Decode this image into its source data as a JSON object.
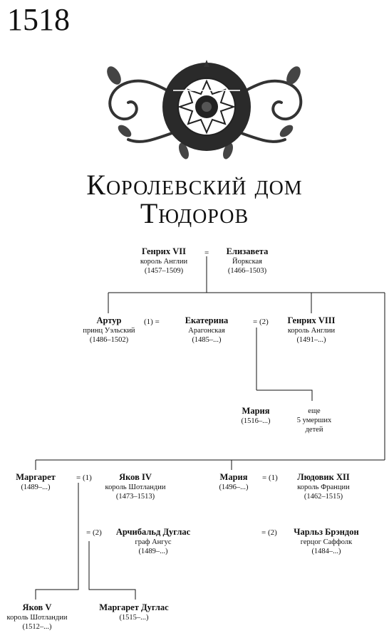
{
  "year": "1518",
  "title": {
    "line1": "Королевский дом",
    "line2": "Тюдоров"
  },
  "people": {
    "henry7": {
      "name": "Генрих VII",
      "lines": [
        "король Англии",
        "(1457–1509)"
      ]
    },
    "elizabeth": {
      "name": "Елизавета",
      "lines": [
        "Йоркская",
        "(1466–1503)"
      ]
    },
    "arthur": {
      "name": "Артур",
      "lines": [
        "принц Уэльский",
        "(1486–1502)"
      ]
    },
    "catherine": {
      "name": "Екатерина",
      "lines": [
        "Арагонская",
        "(1485–...)"
      ]
    },
    "henry8": {
      "name": "Генрих VIII",
      "lines": [
        "король Англии",
        "(1491–...)"
      ]
    },
    "mary_d": {
      "name": "Мария",
      "lines": [
        "(1516–...)"
      ]
    },
    "others": {
      "lines": [
        "еще",
        "5 умерших",
        "детей"
      ]
    },
    "margaret": {
      "name": "Маргарет",
      "lines": [
        "(1489–...)"
      ]
    },
    "james4": {
      "name": "Яков IV",
      "lines": [
        "король Шотландии",
        "(1473–1513)"
      ]
    },
    "mary_s": {
      "name": "Мария",
      "lines": [
        "(1496–...)"
      ]
    },
    "louis12": {
      "name": "Людовик XII",
      "lines": [
        "король Франции",
        "(1462–1515)"
      ]
    },
    "archibald": {
      "name": "Арчибальд Дуглас",
      "lines": [
        "граф Ангус",
        "(1489–...)"
      ]
    },
    "charles": {
      "name": "Чарльз Брэндон",
      "lines": [
        "герцог Саффолк",
        "(1484–...)"
      ]
    },
    "james5": {
      "name": "Яков V",
      "lines": [
        "король Шотландии",
        "(1512–...)"
      ]
    },
    "margaret_d": {
      "name": "Маргарет Дуглас",
      "lines": [
        "(1515–...)"
      ]
    }
  },
  "marriages": {
    "m0": "=",
    "m1": "(1) =",
    "m2": "= (2)",
    "m3": "= (1)",
    "m4": "= (1)",
    "m5": "= (2)",
    "m6": "= (2)"
  }
}
